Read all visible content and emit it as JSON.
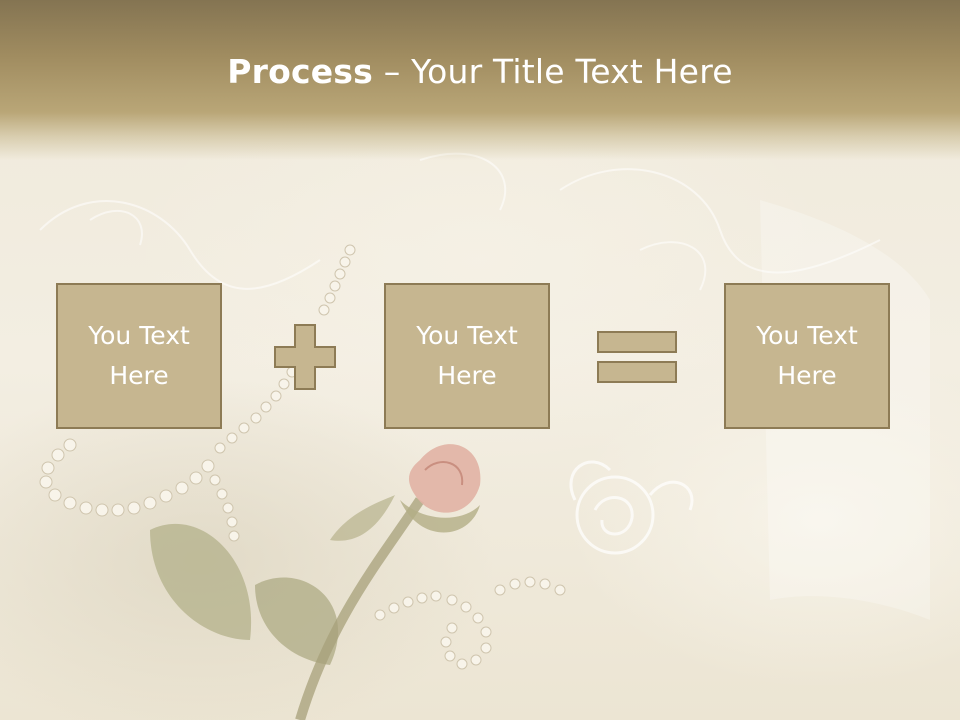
{
  "title": {
    "bold": "Process",
    "dash": " – ",
    "rest": "Your Title Text Here"
  },
  "boxes": [
    {
      "text": "You Text Here"
    },
    {
      "text": "You Text Here"
    },
    {
      "text": "You Text Here"
    }
  ],
  "operators": [
    "plus-icon",
    "equals-icon"
  ],
  "colors": {
    "header": "#a08c60",
    "box_fill": "#c6b690",
    "box_border": "#8d7b55",
    "text": "#ffffff"
  }
}
